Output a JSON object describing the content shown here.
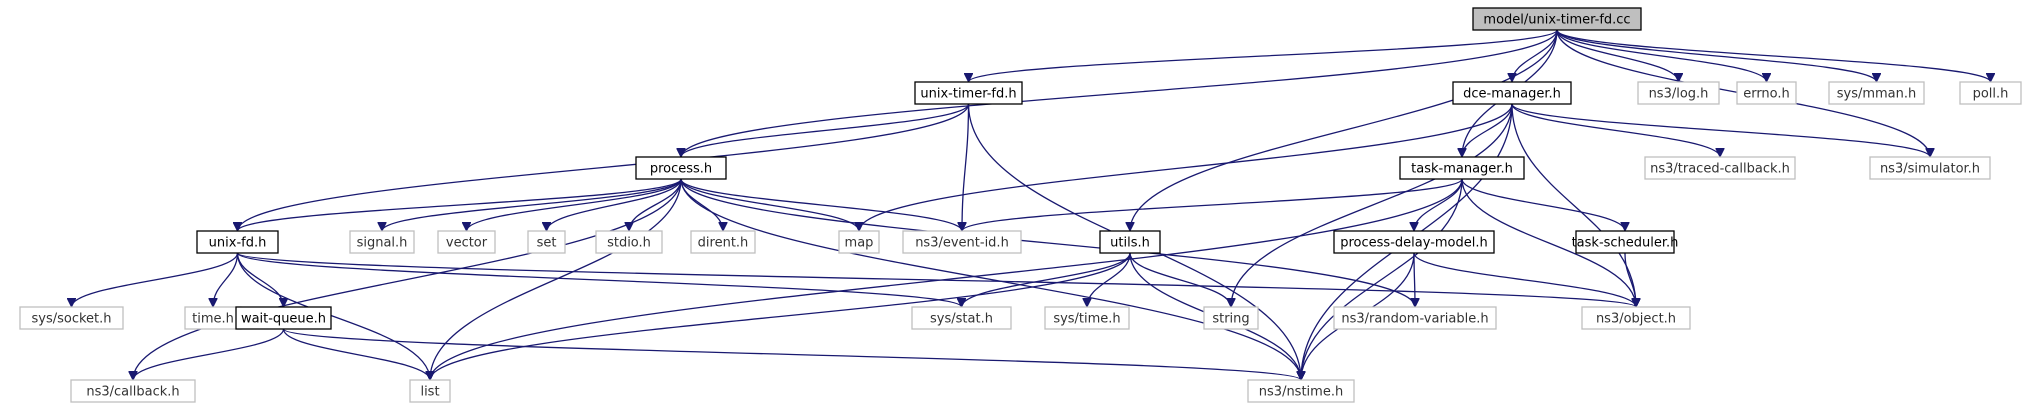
{
  "colors": {
    "edge": "#191970",
    "main_fill": "#bfbfbf",
    "system_border": "#bfbfbf"
  },
  "nodes": [
    {
      "id": "main",
      "label": "model/unix-timer-fd.cc",
      "kind": "main"
    },
    {
      "id": "timerfd",
      "label": "unix-timer-fd.h",
      "kind": "local"
    },
    {
      "id": "dce",
      "label": "dce-manager.h",
      "kind": "local"
    },
    {
      "id": "nslog",
      "label": "ns3/log.h",
      "kind": "sys"
    },
    {
      "id": "errno",
      "label": "errno.h",
      "kind": "sys"
    },
    {
      "id": "mman",
      "label": "sys/mman.h",
      "kind": "sys"
    },
    {
      "id": "poll",
      "label": "poll.h",
      "kind": "sys"
    },
    {
      "id": "process",
      "label": "process.h",
      "kind": "local"
    },
    {
      "id": "taskmgr",
      "label": "task-manager.h",
      "kind": "local"
    },
    {
      "id": "traced",
      "label": "ns3/traced-callback.h",
      "kind": "sys"
    },
    {
      "id": "simulator",
      "label": "ns3/simulator.h",
      "kind": "sys"
    },
    {
      "id": "unixfd",
      "label": "unix-fd.h",
      "kind": "local"
    },
    {
      "id": "signal",
      "label": "signal.h",
      "kind": "sys"
    },
    {
      "id": "vector",
      "label": "vector",
      "kind": "sys"
    },
    {
      "id": "set",
      "label": "set",
      "kind": "sys"
    },
    {
      "id": "stdio",
      "label": "stdio.h",
      "kind": "sys"
    },
    {
      "id": "dirent",
      "label": "dirent.h",
      "kind": "sys"
    },
    {
      "id": "map",
      "label": "map",
      "kind": "sys"
    },
    {
      "id": "eventid",
      "label": "ns3/event-id.h",
      "kind": "sys"
    },
    {
      "id": "utils",
      "label": "utils.h",
      "kind": "local"
    },
    {
      "id": "pdm",
      "label": "process-delay-model.h",
      "kind": "local"
    },
    {
      "id": "tsched",
      "label": "task-scheduler.h",
      "kind": "local"
    },
    {
      "id": "socket",
      "label": "sys/socket.h",
      "kind": "sys"
    },
    {
      "id": "time",
      "label": "time.h",
      "kind": "sys"
    },
    {
      "id": "waitq",
      "label": "wait-queue.h",
      "kind": "local"
    },
    {
      "id": "stat",
      "label": "sys/stat.h",
      "kind": "sys"
    },
    {
      "id": "systime",
      "label": "sys/time.h",
      "kind": "sys"
    },
    {
      "id": "string",
      "label": "string",
      "kind": "sys"
    },
    {
      "id": "random",
      "label": "ns3/random-variable.h",
      "kind": "sys"
    },
    {
      "id": "object",
      "label": "ns3/object.h",
      "kind": "sys"
    },
    {
      "id": "callback",
      "label": "ns3/callback.h",
      "kind": "sys"
    },
    {
      "id": "list",
      "label": "list",
      "kind": "sys"
    },
    {
      "id": "nstime",
      "label": "ns3/nstime.h",
      "kind": "sys"
    }
  ],
  "edges": [
    [
      "main",
      "timerfd"
    ],
    [
      "main",
      "dce"
    ],
    [
      "main",
      "nslog"
    ],
    [
      "main",
      "errno"
    ],
    [
      "main",
      "mman"
    ],
    [
      "main",
      "poll"
    ],
    [
      "main",
      "process"
    ],
    [
      "main",
      "taskmgr"
    ],
    [
      "main",
      "utils"
    ],
    [
      "main",
      "simulator"
    ],
    [
      "timerfd",
      "process"
    ],
    [
      "timerfd",
      "unixfd"
    ],
    [
      "timerfd",
      "eventid"
    ],
    [
      "timerfd",
      "nstime"
    ],
    [
      "dce",
      "taskmgr"
    ],
    [
      "dce",
      "map"
    ],
    [
      "dce",
      "string"
    ],
    [
      "dce",
      "traced"
    ],
    [
      "dce",
      "simulator"
    ],
    [
      "dce",
      "object"
    ],
    [
      "dce",
      "nstime"
    ],
    [
      "process",
      "unixfd"
    ],
    [
      "process",
      "signal"
    ],
    [
      "process",
      "vector"
    ],
    [
      "process",
      "set"
    ],
    [
      "process",
      "stdio"
    ],
    [
      "process",
      "dirent"
    ],
    [
      "process",
      "map"
    ],
    [
      "process",
      "eventid"
    ],
    [
      "process",
      "random"
    ],
    [
      "process",
      "list"
    ],
    [
      "process",
      "callback"
    ],
    [
      "process",
      "nstime"
    ],
    [
      "taskmgr",
      "eventid"
    ],
    [
      "taskmgr",
      "list"
    ],
    [
      "taskmgr",
      "pdm"
    ],
    [
      "taskmgr",
      "tsched"
    ],
    [
      "taskmgr",
      "object"
    ],
    [
      "taskmgr",
      "nstime"
    ],
    [
      "unixfd",
      "socket"
    ],
    [
      "unixfd",
      "time"
    ],
    [
      "unixfd",
      "waitq"
    ],
    [
      "unixfd",
      "stat"
    ],
    [
      "unixfd",
      "object"
    ],
    [
      "unixfd",
      "list"
    ],
    [
      "utils",
      "stat"
    ],
    [
      "utils",
      "systime"
    ],
    [
      "utils",
      "string"
    ],
    [
      "utils",
      "list"
    ],
    [
      "utils",
      "nstime"
    ],
    [
      "pdm",
      "random"
    ],
    [
      "pdm",
      "object"
    ],
    [
      "pdm",
      "nstime"
    ],
    [
      "tsched",
      "object"
    ],
    [
      "waitq",
      "callback"
    ],
    [
      "waitq",
      "list"
    ],
    [
      "waitq",
      "nstime"
    ]
  ]
}
